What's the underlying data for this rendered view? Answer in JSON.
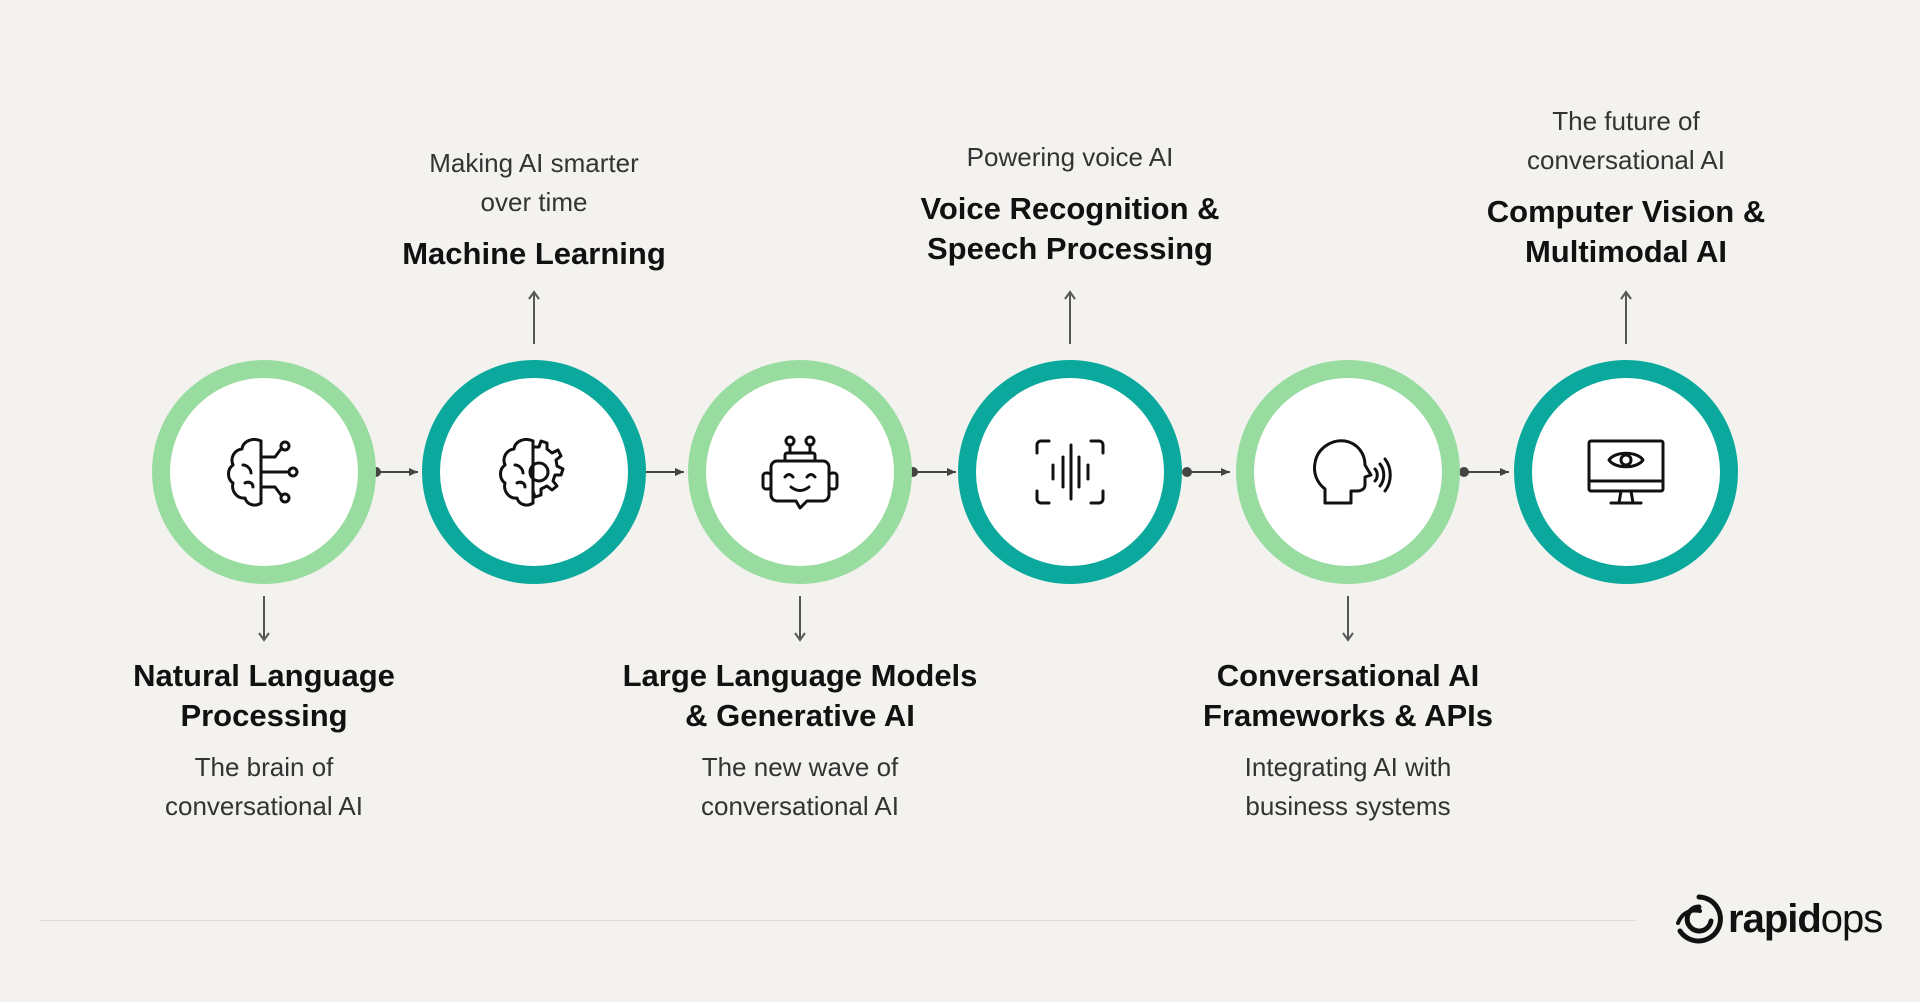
{
  "steps": [
    {
      "title": "Natural Language\nProcessing",
      "subtitle": "The brain of\nconversational AI",
      "icon": "brain-circuit-icon",
      "ring_color": "#98dc9f",
      "label_position": "below"
    },
    {
      "title": "Machine Learning",
      "subtitle": "Making AI smarter\nover time",
      "icon": "brain-gear-icon",
      "ring_color": "#0ba99d",
      "label_position": "above"
    },
    {
      "title": "Large Language Models\n& Generative AI",
      "subtitle": "The new wave of\nconversational AI",
      "icon": "robot-icon",
      "ring_color": "#98dc9f",
      "label_position": "below"
    },
    {
      "title": "Voice Recognition &\nSpeech Processing",
      "subtitle": "Powering voice AI",
      "icon": "voice-waveform-icon",
      "ring_color": "#0ba99d",
      "label_position": "above"
    },
    {
      "title": "Conversational AI\nFrameworks & APIs",
      "subtitle": "Integrating AI with\nbusiness systems",
      "icon": "speaking-head-icon",
      "ring_color": "#98dc9f",
      "label_position": "below"
    },
    {
      "title": "Computer Vision &\nMultimodal AI",
      "subtitle": "The future of\nconversational AI",
      "icon": "monitor-eye-icon",
      "ring_color": "#0ba99d",
      "label_position": "above"
    }
  ],
  "colors": {
    "background": "#f3f2ef",
    "ring_light": "#98dc9f",
    "ring_dark": "#0ba99d",
    "connector": "#444444"
  },
  "brand": {
    "bold": "rapid",
    "light": "ops"
  }
}
